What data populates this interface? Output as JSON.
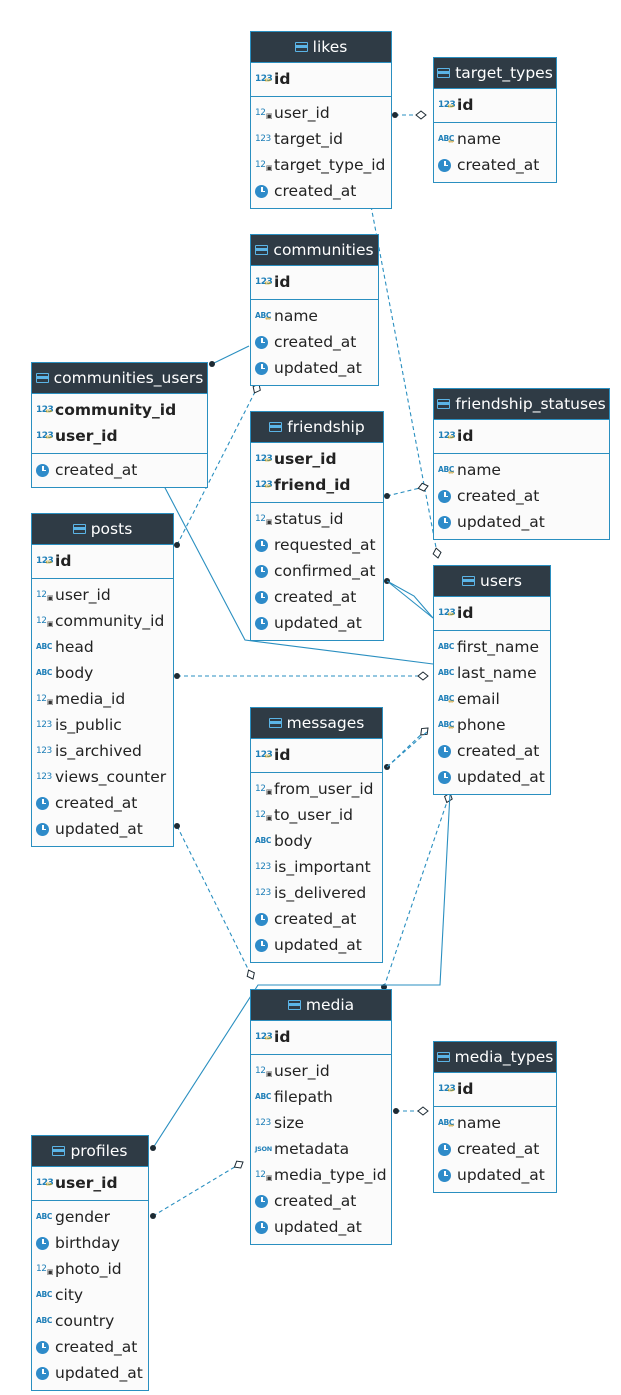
{
  "colors": {
    "link": "#2a8fc0",
    "header_bg": "#2f3b45",
    "border": "#2a8fc0",
    "icon": "#2e8bc9"
  },
  "entities": {
    "likes": {
      "title": "likes",
      "pk": [
        {
          "name": "id",
          "icon": "num-key-icon"
        }
      ],
      "cols": [
        {
          "name": "user_id",
          "icon": "num-fk-icon"
        },
        {
          "name": "target_id",
          "icon": "num-icon"
        },
        {
          "name": "target_type_id",
          "icon": "num-fk-icon"
        },
        {
          "name": "created_at",
          "icon": "clock-icon"
        }
      ]
    },
    "target_types": {
      "title": "target_types",
      "pk": [
        {
          "name": "id",
          "icon": "num-key-icon"
        }
      ],
      "cols": [
        {
          "name": "name",
          "icon": "text-key-icon"
        },
        {
          "name": "created_at",
          "icon": "clock-icon"
        }
      ]
    },
    "communities": {
      "title": "communities",
      "pk": [
        {
          "name": "id",
          "icon": "num-key-icon"
        }
      ],
      "cols": [
        {
          "name": "name",
          "icon": "text-key-icon"
        },
        {
          "name": "created_at",
          "icon": "clock-icon"
        },
        {
          "name": "updated_at",
          "icon": "clock-icon"
        }
      ]
    },
    "communities_users": {
      "title": "communities_users",
      "pk": [
        {
          "name": "community_id",
          "icon": "num-key-icon"
        },
        {
          "name": "user_id",
          "icon": "num-key-icon"
        }
      ],
      "cols": [
        {
          "name": "created_at",
          "icon": "clock-icon"
        }
      ]
    },
    "friendship": {
      "title": "friendship",
      "pk": [
        {
          "name": "user_id",
          "icon": "num-key-icon"
        },
        {
          "name": "friend_id",
          "icon": "num-key-icon"
        }
      ],
      "cols": [
        {
          "name": "status_id",
          "icon": "num-fk-icon"
        },
        {
          "name": "requested_at",
          "icon": "clock-icon"
        },
        {
          "name": "confirmed_at",
          "icon": "clock-icon"
        },
        {
          "name": "created_at",
          "icon": "clock-icon"
        },
        {
          "name": "updated_at",
          "icon": "clock-icon"
        }
      ]
    },
    "friendship_statuses": {
      "title": "friendship_statuses",
      "pk": [
        {
          "name": "id",
          "icon": "num-key-icon"
        }
      ],
      "cols": [
        {
          "name": "name",
          "icon": "text-key-icon"
        },
        {
          "name": "created_at",
          "icon": "clock-icon"
        },
        {
          "name": "updated_at",
          "icon": "clock-icon"
        }
      ]
    },
    "posts": {
      "title": "posts",
      "pk": [
        {
          "name": "id",
          "icon": "num-key-icon"
        }
      ],
      "cols": [
        {
          "name": "user_id",
          "icon": "num-fk-icon"
        },
        {
          "name": "community_id",
          "icon": "num-fk-icon"
        },
        {
          "name": "head",
          "icon": "text-icon"
        },
        {
          "name": "body",
          "icon": "text-icon"
        },
        {
          "name": "media_id",
          "icon": "num-fk-icon"
        },
        {
          "name": "is_public",
          "icon": "num-icon"
        },
        {
          "name": "is_archived",
          "icon": "num-icon"
        },
        {
          "name": "views_counter",
          "icon": "num-icon"
        },
        {
          "name": "created_at",
          "icon": "clock-icon"
        },
        {
          "name": "updated_at",
          "icon": "clock-icon"
        }
      ]
    },
    "users": {
      "title": "users",
      "pk": [
        {
          "name": "id",
          "icon": "num-key-icon"
        }
      ],
      "cols": [
        {
          "name": "first_name",
          "icon": "text-icon"
        },
        {
          "name": "last_name",
          "icon": "text-icon"
        },
        {
          "name": "email",
          "icon": "text-key-icon"
        },
        {
          "name": "phone",
          "icon": "text-key-icon"
        },
        {
          "name": "created_at",
          "icon": "clock-icon"
        },
        {
          "name": "updated_at",
          "icon": "clock-icon"
        }
      ]
    },
    "messages": {
      "title": "messages",
      "pk": [
        {
          "name": "id",
          "icon": "num-key-icon"
        }
      ],
      "cols": [
        {
          "name": "from_user_id",
          "icon": "num-fk-icon"
        },
        {
          "name": "to_user_id",
          "icon": "num-fk-icon"
        },
        {
          "name": "body",
          "icon": "text-icon"
        },
        {
          "name": "is_important",
          "icon": "num-icon"
        },
        {
          "name": "is_delivered",
          "icon": "num-icon"
        },
        {
          "name": "created_at",
          "icon": "clock-icon"
        },
        {
          "name": "updated_at",
          "icon": "clock-icon"
        }
      ]
    },
    "media": {
      "title": "media",
      "pk": [
        {
          "name": "id",
          "icon": "num-key-icon"
        }
      ],
      "cols": [
        {
          "name": "user_id",
          "icon": "num-fk-icon"
        },
        {
          "name": "filepath",
          "icon": "text-icon"
        },
        {
          "name": "size",
          "icon": "num-icon"
        },
        {
          "name": "metadata",
          "icon": "json-icon"
        },
        {
          "name": "media_type_id",
          "icon": "num-fk-icon"
        },
        {
          "name": "created_at",
          "icon": "clock-icon"
        },
        {
          "name": "updated_at",
          "icon": "clock-icon"
        }
      ]
    },
    "media_types": {
      "title": "media_types",
      "pk": [
        {
          "name": "id",
          "icon": "num-key-icon"
        }
      ],
      "cols": [
        {
          "name": "name",
          "icon": "text-key-icon"
        },
        {
          "name": "created_at",
          "icon": "clock-icon"
        },
        {
          "name": "updated_at",
          "icon": "clock-icon"
        }
      ]
    },
    "profiles": {
      "title": "profiles",
      "pk": [
        {
          "name": "user_id",
          "icon": "num-key-icon"
        }
      ],
      "cols": [
        {
          "name": "gender",
          "icon": "text-icon"
        },
        {
          "name": "birthday",
          "icon": "clock-icon"
        },
        {
          "name": "photo_id",
          "icon": "num-fk-icon"
        },
        {
          "name": "city",
          "icon": "text-icon"
        },
        {
          "name": "country",
          "icon": "text-icon"
        },
        {
          "name": "created_at",
          "icon": "clock-icon"
        },
        {
          "name": "updated_at",
          "icon": "clock-icon"
        }
      ]
    }
  }
}
